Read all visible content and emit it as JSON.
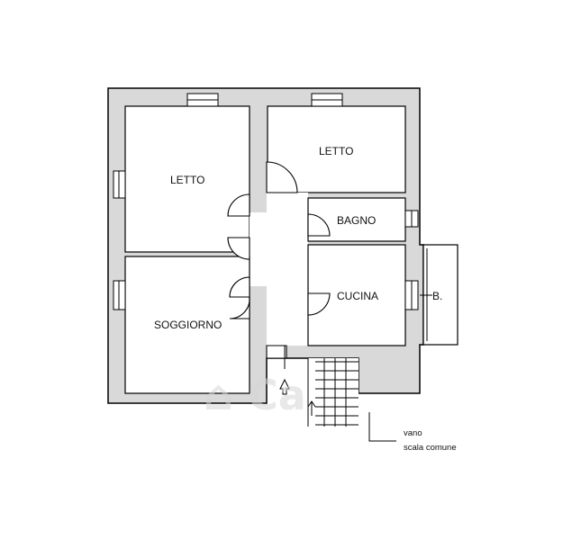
{
  "plan": {
    "rooms": {
      "letto_left": "LETTO",
      "letto_right": "LETTO",
      "bagno": "BAGNO",
      "cucina": "CUCINA",
      "soggiorno": "SOGGIORNO"
    },
    "balcony_label": "B.",
    "note": {
      "line1": "vano",
      "line2": "scala comune"
    },
    "colors": {
      "wall_fill": "#d9d9d9",
      "wall_stroke": "#000000",
      "room_fill": "#ffffff",
      "watermark": "#d6d6d6"
    }
  }
}
